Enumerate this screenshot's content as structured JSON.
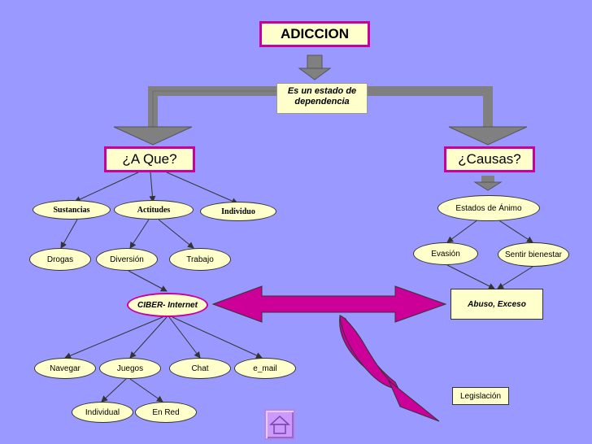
{
  "title": "ADICCION",
  "definition": "Es un estado de dependencia",
  "left_branch": {
    "heading": "¿A Que?",
    "categories": [
      "Sustancias",
      "Actitudes",
      "Individuo"
    ],
    "sub_items": [
      "Drogas",
      "Diversión",
      "Trabajo"
    ],
    "focus": "CIBER- Internet",
    "activities": [
      "Navegar",
      "Juegos",
      "Chat",
      "e_mail"
    ],
    "game_types": [
      "Individual",
      "En Red"
    ]
  },
  "right_branch": {
    "heading": "¿Causas?",
    "cause": "Estados de Ánimo",
    "effects": [
      "Evasión",
      "Sentir bienestar"
    ],
    "result": "Abuso, Exceso",
    "legal": "Legislación"
  },
  "colors": {
    "background": "#9999ff",
    "box_border": "#cc0099",
    "fill": "#ffffcc",
    "arrow": "#cc0099",
    "big_arrow": "#808080"
  },
  "home_icon": "home-icon"
}
